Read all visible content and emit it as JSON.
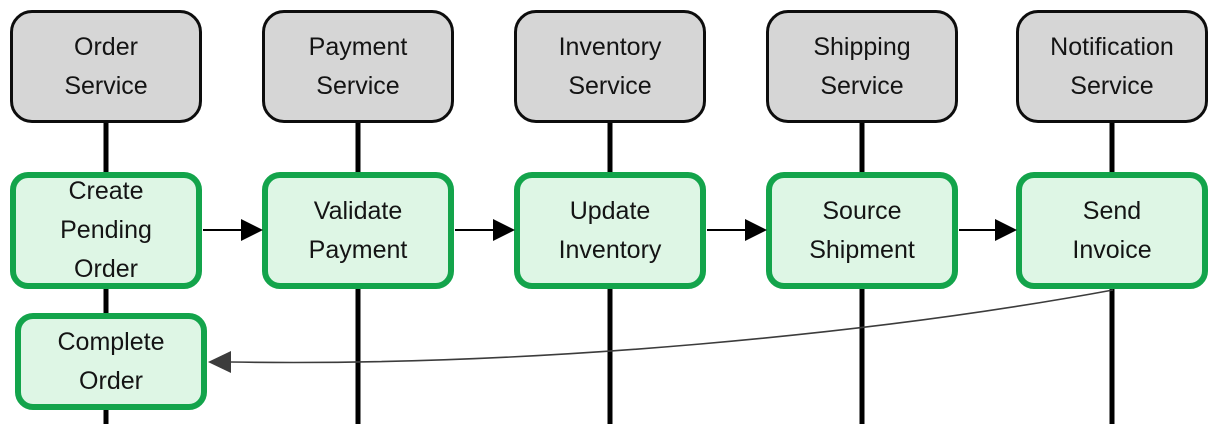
{
  "diagram": {
    "type": "sequence-flow",
    "services": [
      {
        "id": "order",
        "label": "Order Service"
      },
      {
        "id": "payment",
        "label": "Payment Service"
      },
      {
        "id": "inventory",
        "label": "Inventory Service"
      },
      {
        "id": "shipping",
        "label": "Shipping Service"
      },
      {
        "id": "notification",
        "label": "Notification Service"
      }
    ],
    "steps": [
      {
        "id": "create-pending-order",
        "service": "order",
        "label": "Create Pending Order"
      },
      {
        "id": "validate-payment",
        "service": "payment",
        "label": "Validate Payment"
      },
      {
        "id": "update-inventory",
        "service": "inventory",
        "label": "Update Inventory"
      },
      {
        "id": "source-shipment",
        "service": "shipping",
        "label": "Source Shipment"
      },
      {
        "id": "send-invoice",
        "service": "notification",
        "label": "Send Invoice"
      }
    ],
    "final_step": {
      "id": "complete-order",
      "service": "order",
      "label": "Complete Order"
    },
    "edges": [
      {
        "from": "Create Pending Order",
        "to": "Validate Payment"
      },
      {
        "from": "Validate Payment",
        "to": "Update Inventory"
      },
      {
        "from": "Update Inventory",
        "to": "Source Shipment"
      },
      {
        "from": "Source Shipment",
        "to": "Send Invoice"
      },
      {
        "from": "Send Invoice",
        "to": "Complete Order",
        "style": "curved-return"
      }
    ],
    "colors": {
      "service_fill": "#d6d6d6",
      "service_border": "#0d0d0d",
      "step_fill": "#def6e5",
      "step_border": "#13a44b",
      "connector": "#000000",
      "return_arrow": "#3c3c3c"
    }
  }
}
